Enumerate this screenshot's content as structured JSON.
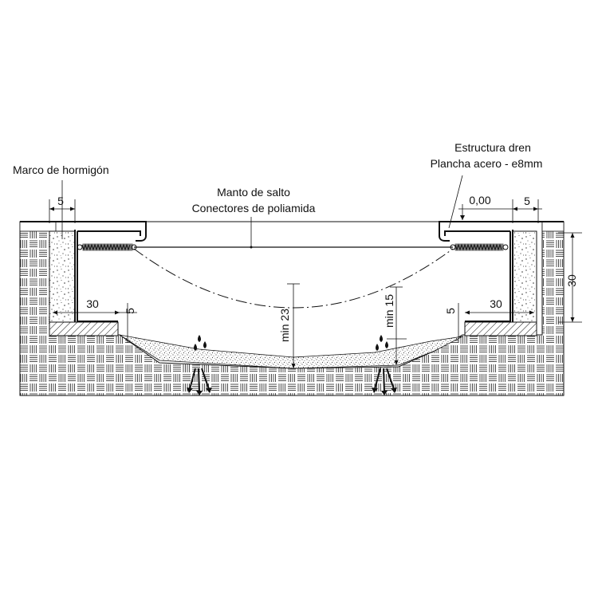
{
  "labels": {
    "marco": "Marco de hormigón",
    "manto_1": "Manto de salto",
    "manto_2": "Conectores de poliamida",
    "estructura_1": "Estructura dren",
    "estructura_2": "Plancha acero  -  e8mm"
  },
  "dimensions": {
    "left_top_5": "5",
    "right_top_5": "5",
    "zero": "0,00",
    "height_30": "30",
    "left_30": "30",
    "left_5": "5",
    "right_30": "30",
    "right_5": "5",
    "min_23": "min 23",
    "min_15": "min 15"
  },
  "icons": [
    "water-drops-icon",
    "drain-arrows-icon"
  ],
  "colors": {
    "ink": "#111111",
    "background": "#ffffff"
  }
}
